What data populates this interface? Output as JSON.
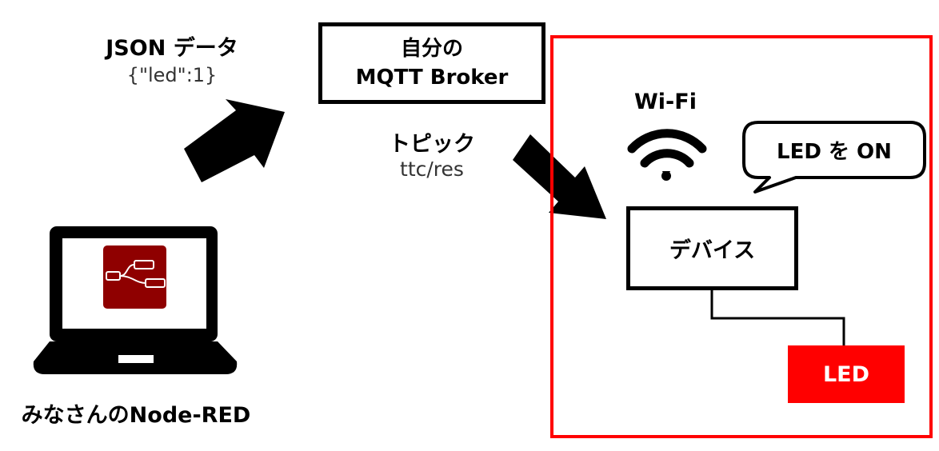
{
  "colors": {
    "accent": "#ff0000",
    "node_red": "#8f0000",
    "ink": "#000000"
  },
  "json_payload": {
    "title": "JSON データ",
    "sample": "{\"led\":1}"
  },
  "broker": {
    "line1": "自分の",
    "line2": "MQTT Broker"
  },
  "topic": {
    "title": "トピック",
    "value": "ttc/res"
  },
  "device_zone": {
    "wifi_label": "Wi-Fi",
    "bubble_text": "LED を ON",
    "device_label": "デバイス",
    "led_label": "LED"
  },
  "laptop": {
    "label": "みなさんのNode-RED",
    "icons": [
      "laptop-icon",
      "node-red-logo-icon"
    ]
  },
  "icons": [
    "arrow-icon",
    "wifi-icon",
    "speech-bubble-icon"
  ]
}
